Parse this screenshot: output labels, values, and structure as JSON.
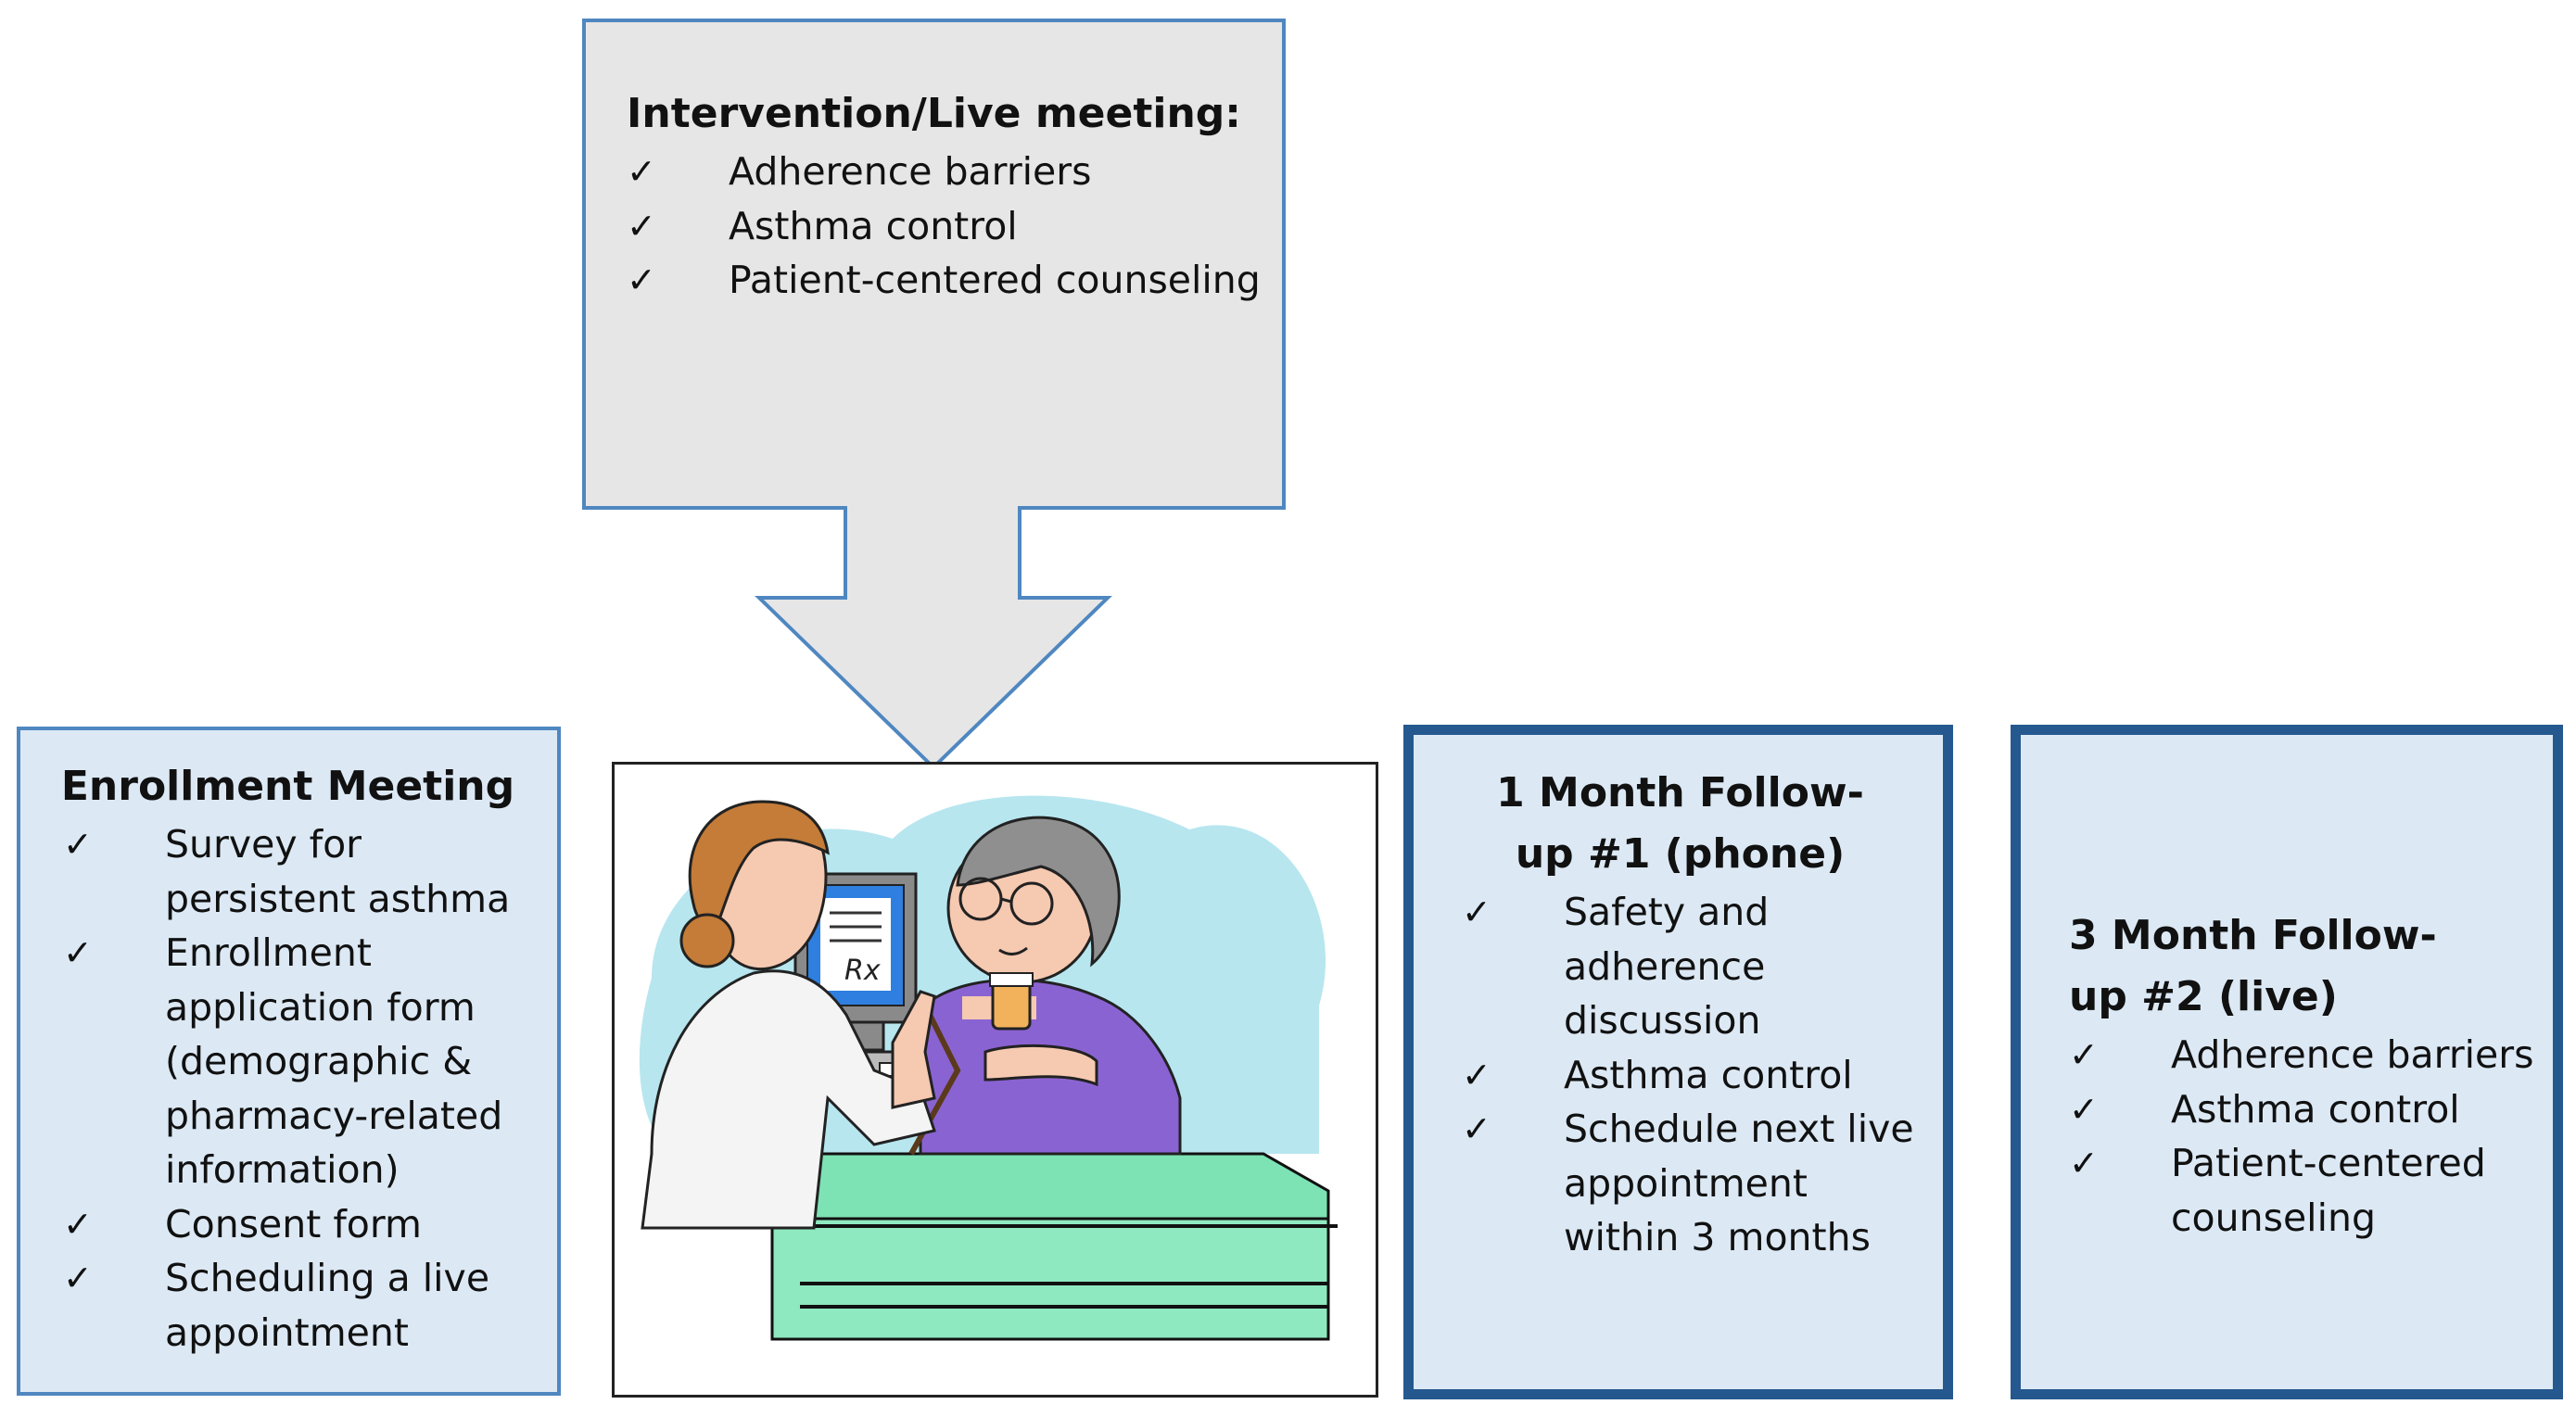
{
  "intervention": {
    "title": "Intervention/Live meeting:",
    "items": [
      "Adherence barriers",
      "Asthma control",
      "Patient-centered counseling"
    ]
  },
  "enrollment": {
    "title": "Enrollment Meeting",
    "items": [
      "Survey for persistent asthma",
      "Enrollment application form (demographic & pharmacy-related information)",
      "Consent form",
      "Scheduling a live appointment"
    ]
  },
  "followup1": {
    "title": "1 Month Follow-up #1 (phone)",
    "items": [
      "Safety and adherence discussion",
      "Asthma control",
      "Schedule next live appointment within 3 months"
    ]
  },
  "followup3": {
    "title": "3 Month Follow-up #2 (live)",
    "items": [
      "Adherence barriers",
      "Asthma control",
      "Patient-centered counseling"
    ]
  },
  "check_glyph": "✓",
  "colors": {
    "light_box_fill": "#dce9f5",
    "light_box_border": "#4f87c0",
    "dark_box_border": "#25588f",
    "callout_fill": "#e6e6e6",
    "callout_border": "#4f87c0"
  },
  "illustration": {
    "subject": "pharmacist counseling patient clipart",
    "rx_label": "Rx"
  }
}
